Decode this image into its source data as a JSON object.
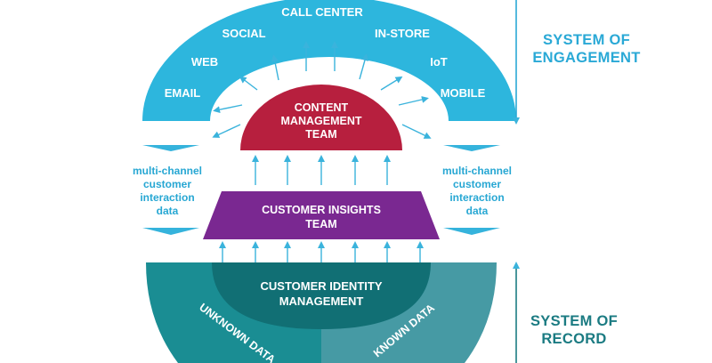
{
  "colors": {
    "engagement_arch": "#2db6dd",
    "content_team": "#b71f3e",
    "insights_team": "#7a2891",
    "record_dark": "#1a8d93",
    "record_light": "#469aa4",
    "identity_dome": "#116f74",
    "arrow": "#3ab3dc",
    "side_text_engagement": "#2aa9d6",
    "side_text_record": "#1b7b82",
    "side_line": "#2aa9d6",
    "chevron": "#35b3dc",
    "white": "#ffffff"
  },
  "channels": {
    "call_center": "CALL CENTER",
    "social": "SOCIAL",
    "in_store": "IN-STORE",
    "web": "WEB",
    "iot": "IoT",
    "email": "EMAIL",
    "mobile": "MOBILE"
  },
  "content_team": {
    "line1": "CONTENT",
    "line2": "MANAGEMENT",
    "line3": "TEAM"
  },
  "insights_team": {
    "line1": "CUSTOMER INSIGHTS",
    "line2": "TEAM"
  },
  "identity": {
    "line1": "CUSTOMER IDENTITY",
    "line2": "MANAGEMENT"
  },
  "record_segments": {
    "unknown": "UNKNOWN DATA",
    "known": "KNOWN DATA"
  },
  "side_notes": {
    "left": [
      "multi-channel",
      "customer",
      "interaction",
      "data"
    ],
    "right": [
      "multi-channel",
      "customer",
      "interaction",
      "data"
    ]
  },
  "labels": {
    "engagement": [
      "SYSTEM OF",
      "ENGAGEMENT"
    ],
    "record": [
      "SYSTEM OF",
      "RECORD"
    ]
  }
}
